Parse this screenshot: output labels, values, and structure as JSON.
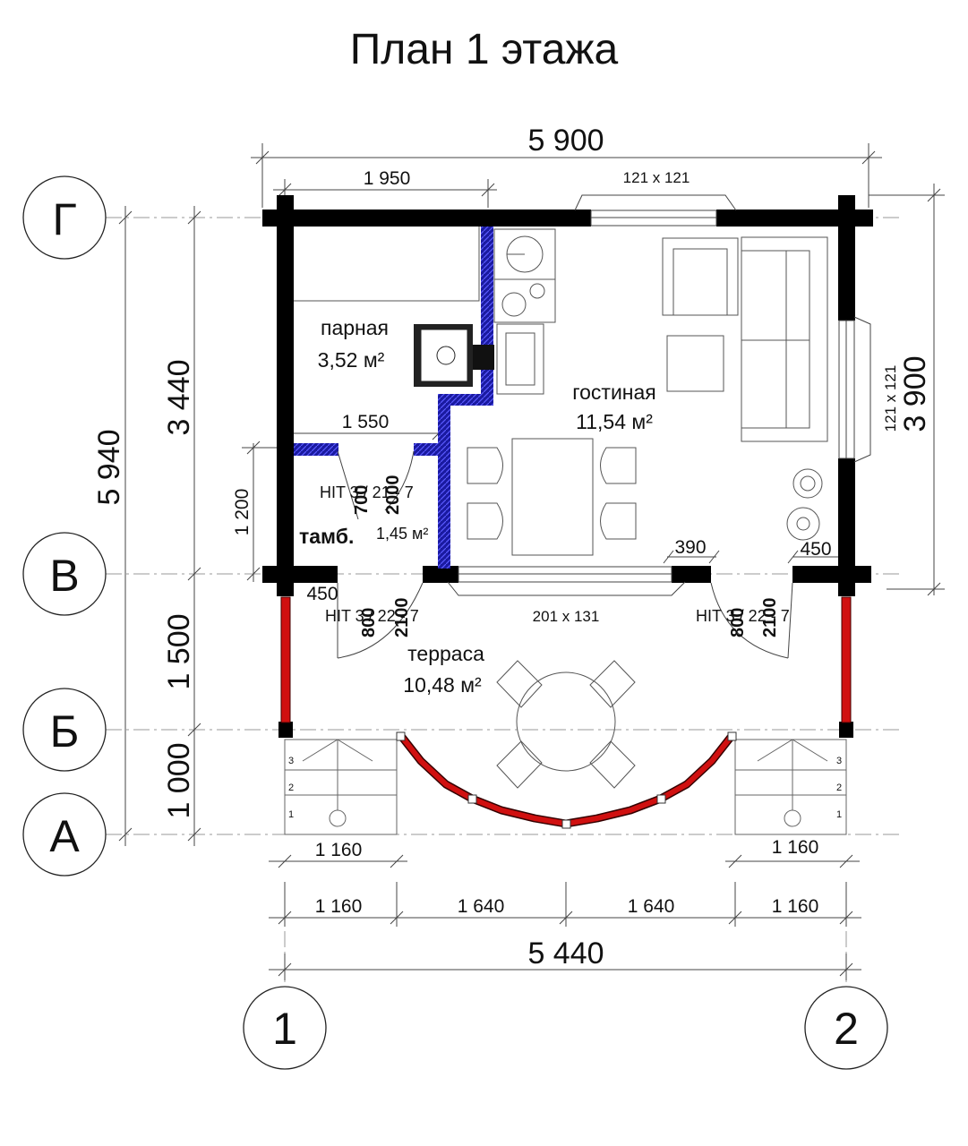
{
  "title": "План 1 этажа",
  "axes": {
    "rows": [
      "Г",
      "В",
      "Б",
      "А"
    ],
    "cols": [
      "1",
      "2"
    ]
  },
  "dims": {
    "top_total": "5 900",
    "top_1950": "1 950",
    "left_5940": "5 940",
    "left_3440": "3 440",
    "left_1500": "1 500",
    "left_1000": "1 000",
    "left_1200": "1 200",
    "right_3900": "3 900",
    "d_1550": "1 550",
    "d_450_left": "450",
    "d_450_right": "450",
    "d_390": "390",
    "stair_left": "1 160",
    "stair_right": "1 160",
    "bottom_1": "1 160",
    "bottom_2": "1 640",
    "bottom_3": "1 640",
    "bottom_4": "1 160",
    "bottom_total": "5 440"
  },
  "windows": {
    "top": "121 x 121",
    "right": "121 x 121",
    "front": "201 x 131"
  },
  "doors": {
    "inner_w": "700",
    "inner_h": "2000",
    "inner_label": "HIT 3 / 21 - 7",
    "left_w": "800",
    "left_h": "2100",
    "left_label": "HIT 3 / 22 - 7",
    "right_w": "800",
    "right_h": "2100",
    "right_label": "HIT 3 / 22 - 7"
  },
  "rooms": {
    "steam": {
      "name": "парная",
      "area": "3,52 м²"
    },
    "living": {
      "name": "гостиная",
      "area": "11,54 м²"
    },
    "vestibule": {
      "name": "тамб.",
      "area": "1,45 м²"
    },
    "terrace": {
      "name": "терраса",
      "area": "10,48 м²"
    }
  },
  "stairs": {
    "left": [
      "3",
      "2",
      "1"
    ],
    "right": [
      "3",
      "2",
      "1"
    ]
  },
  "colors": {
    "wall": "#000000",
    "partition": "#1a1aa0",
    "terrace_rail": "#d01010"
  }
}
